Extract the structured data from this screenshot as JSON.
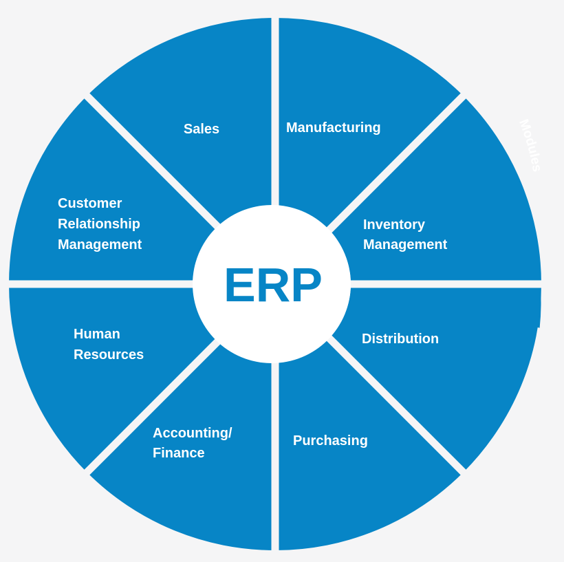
{
  "center": {
    "label": "ERP"
  },
  "modules_label": "Modules",
  "segments": [
    {
      "key": "sales",
      "lines": [
        "Sales"
      ]
    },
    {
      "key": "manufacturing",
      "lines": [
        "Manufacturing"
      ]
    },
    {
      "key": "inventory",
      "lines": [
        "Inventory",
        "Management"
      ]
    },
    {
      "key": "distribution",
      "lines": [
        "Distribution"
      ]
    },
    {
      "key": "purchasing",
      "lines": [
        "Purchasing"
      ]
    },
    {
      "key": "accounting",
      "lines": [
        "Accounting/",
        "Finance"
      ]
    },
    {
      "key": "hr",
      "lines": [
        "Human",
        "Resources"
      ]
    },
    {
      "key": "crm",
      "lines": [
        "Customer",
        "Relationship",
        "Management"
      ]
    }
  ],
  "colors": {
    "segment": "#0785c6",
    "background": "#f5f5f6",
    "center_fill": "#ffffff",
    "text": "#ffffff"
  }
}
